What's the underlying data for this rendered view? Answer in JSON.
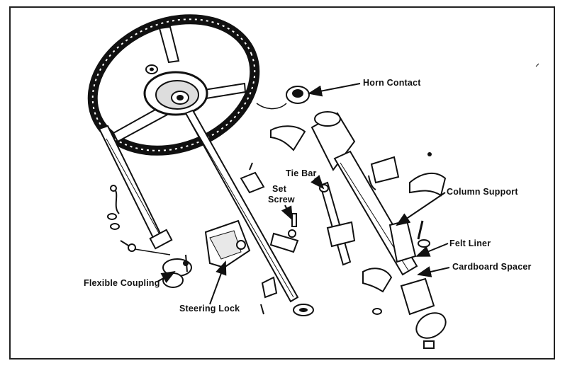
{
  "labels": {
    "horn_contact": "Horn Contact",
    "tie_bar": "Tie Bar",
    "set_screw_line1": "Set",
    "set_screw_line2": "Screw",
    "column_support": "Column Support",
    "felt_liner": "Felt Liner",
    "cardboard_spacer": "Cardboard Spacer",
    "flexible_coupling": "Flexible Coupling",
    "steering_lock": "Steering Lock"
  },
  "colors": {
    "ink": "#111111",
    "paper": "#ffffff",
    "frame": "#222222"
  }
}
